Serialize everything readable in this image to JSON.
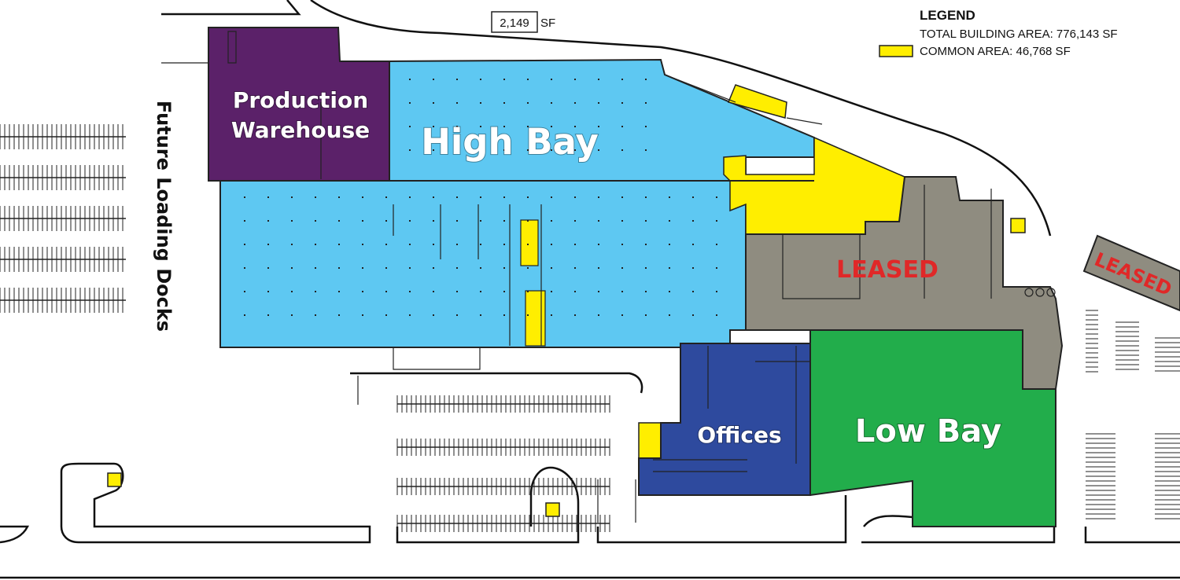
{
  "legend": {
    "title": "LEGEND",
    "total_area": "TOTAL BUILDING AREA: 776,143 SF",
    "common_area": "COMMON AREA: 46,768 SF",
    "common_area_color": "#ffee00"
  },
  "labels": {
    "annex_area_value": "2,149",
    "annex_area_unit": "SF",
    "future_docks": "Future Loading Docks"
  },
  "zones": {
    "production_warehouse": {
      "line1": "Production",
      "line2": "Warehouse",
      "color": "#5b2169"
    },
    "high_bay": {
      "label": "High Bay",
      "color": "#5ec8f2"
    },
    "leased_main": {
      "label": "LEASED",
      "color": "#8f8c80"
    },
    "leased_outbuilding": {
      "label": "LEASED",
      "color": "#8f8c80"
    },
    "offices": {
      "label": "Offices",
      "color": "#2e4a9e"
    },
    "low_bay": {
      "label": "Low Bay",
      "color": "#22ad4b"
    }
  },
  "colors": {
    "label_text": "#ffffff",
    "leased_text": "#e02828",
    "outline": "#222222"
  }
}
